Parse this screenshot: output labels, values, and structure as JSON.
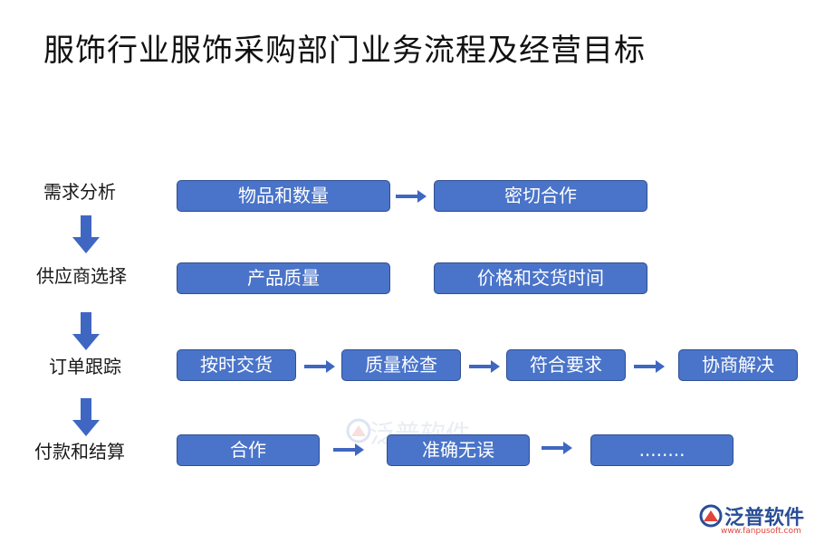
{
  "title": "服饰行业服饰采购部门业务流程及经营目标",
  "stages": [
    {
      "label": "需求分析",
      "boxes": [
        "物品和数量",
        "密切合作"
      ]
    },
    {
      "label": "供应商选择",
      "boxes": [
        "产品质量",
        "价格和交货时间"
      ]
    },
    {
      "label": "订单跟踪",
      "boxes": [
        "按时交货",
        "质量检查",
        "符合要求",
        "协商解决"
      ]
    },
    {
      "label": "付款和结算",
      "boxes": [
        "合作",
        "准确无误",
        "........"
      ]
    }
  ],
  "watermark": "泛普软件",
  "logo": {
    "name": "泛普软件",
    "url": "www.fanpusoft.com"
  },
  "colors": {
    "box_fill": "#4a74c9",
    "box_border": "#2f4f91",
    "arrow": "#3f67c2"
  }
}
